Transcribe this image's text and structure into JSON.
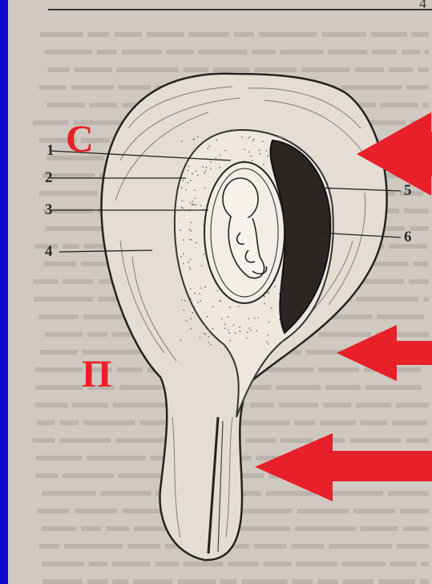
{
  "figure": {
    "top_number": "4",
    "letters": {
      "c": "С",
      "p": "П"
    },
    "labels": [
      "1",
      "2",
      "3",
      "4",
      "5",
      "6"
    ],
    "arrow_color": "#e8202a",
    "frame_color": "#0a0acc"
  }
}
